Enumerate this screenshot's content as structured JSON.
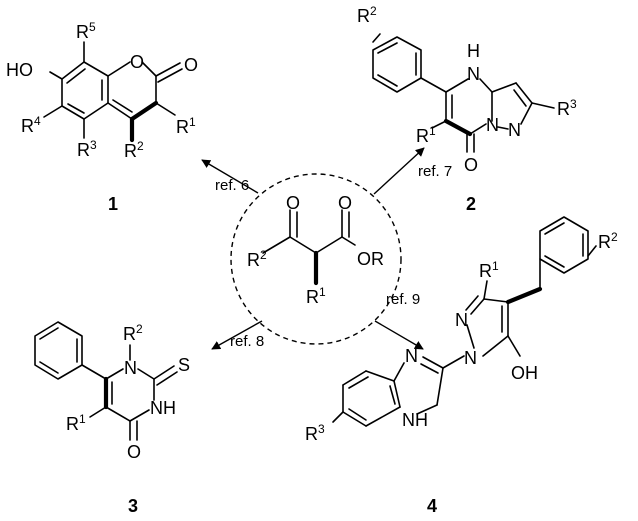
{
  "compounds": [
    {
      "id": "compound-1",
      "number": "1",
      "reference": "ref. 6",
      "labels": {
        "ho": "HO",
        "o_ring": "O",
        "o_carbonyl": "O"
      },
      "substituents": {
        "r5": "5",
        "r4": "4",
        "r3": "3",
        "r2": "2",
        "r1": "1"
      }
    },
    {
      "id": "compound-2",
      "number": "2",
      "reference": "ref. 7",
      "labels": {
        "nh": "H",
        "n_nh": "N",
        "n_fused": "N",
        "n_imine": "N",
        "o_carbonyl": "O"
      },
      "substituents": {
        "r2": "2",
        "r3": "3",
        "r1": "1"
      }
    },
    {
      "id": "compound-3",
      "number": "3",
      "reference": "ref. 8",
      "labels": {
        "n_ring": "N",
        "s": "S",
        "nh": "NH",
        "o_carbonyl": "O"
      },
      "substituents": {
        "r2": "2",
        "r1": "1"
      }
    },
    {
      "id": "compound-4",
      "number": "4",
      "reference": "ref. 9",
      "labels": {
        "n_pyrazole": "N",
        "n_pyrazole2": "N",
        "n_benz": "N",
        "nh": "NH",
        "oh": "OH"
      },
      "substituents": {
        "r1": "1",
        "r2": "2",
        "r3": "3"
      }
    }
  ],
  "center": {
    "labels": {
      "o_ketone": "O",
      "o_ester": "O",
      "or": "OR"
    },
    "substituents": {
      "r2": "2",
      "r1": "1"
    }
  },
  "r_letter": "R"
}
